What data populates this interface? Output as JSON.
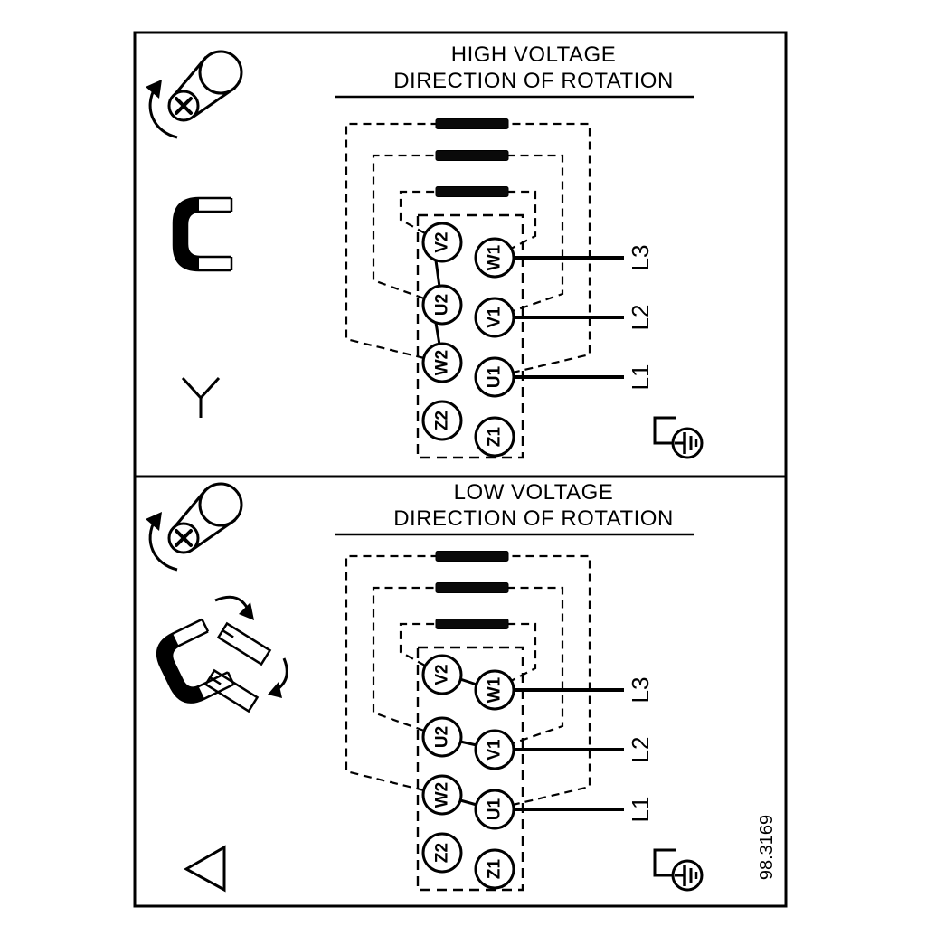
{
  "figure_number": "98.3169",
  "colors": {
    "line": "#000000",
    "background": "#ffffff"
  },
  "panels": [
    {
      "id": "high-voltage",
      "title_line1": "HIGH VOLTAGE",
      "title_line2": "DIRECTION OF ROTATION",
      "connection": "star",
      "icons": [
        "screw-rotation-icon",
        "jumper-link-icon",
        "star-symbol-icon",
        "ground-icon"
      ],
      "terminals_left": [
        "V2",
        "U2",
        "W2",
        "Z2"
      ],
      "terminals_right": [
        "W1",
        "V1",
        "U1",
        "Z1"
      ],
      "line_labels": [
        "L3",
        "L2",
        "L1"
      ]
    },
    {
      "id": "low-voltage",
      "title_line1": "LOW VOLTAGE",
      "title_line2": "DIRECTION OF ROTATION",
      "connection": "delta",
      "icons": [
        "screw-rotation-icon",
        "jumper-links-icon",
        "delta-symbol-icon",
        "ground-icon"
      ],
      "terminals_left": [
        "V2",
        "U2",
        "W2",
        "Z2"
      ],
      "terminals_right": [
        "W1",
        "V1",
        "U1",
        "Z1"
      ],
      "line_labels": [
        "L3",
        "L2",
        "L1"
      ]
    }
  ]
}
